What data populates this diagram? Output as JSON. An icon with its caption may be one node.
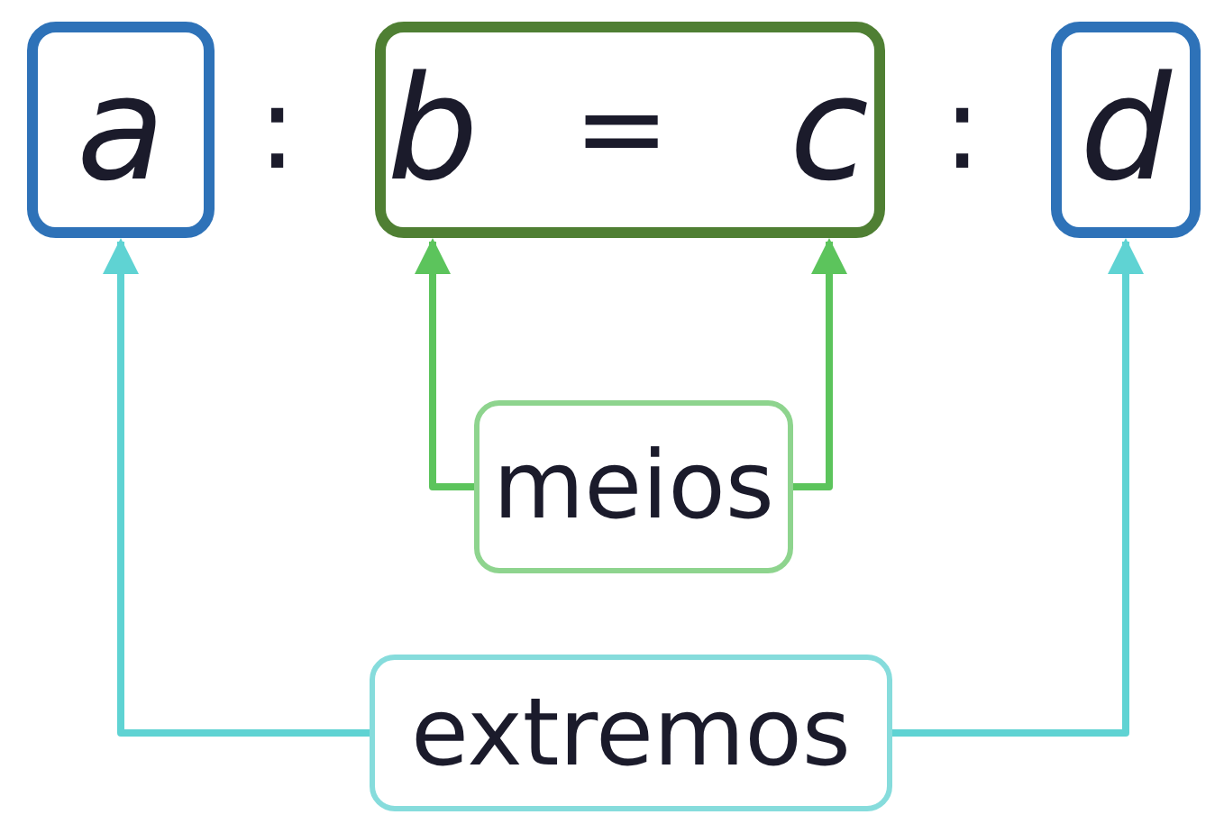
{
  "diagram": {
    "nodes": [
      {
        "text": [
          "a"
        ]
      },
      {
        "text": [],
        "shape": "box"
      },
      {
        "text": [
          "b"
        ],
        "in": 1
      },
      {
        "text": [
          "c"
        ],
        "in": 1
      },
      {
        "text": [
          "d"
        ]
      },
      {
        "text": [
          "meios"
        ]
      },
      {
        "text": [
          "extremos"
        ]
      }
    ],
    "edges": [
      {
        "from": 5,
        "to": 2,
        "arrow": "to",
        "color": "#5cc45c"
      },
      {
        "from": 5,
        "to": 3,
        "arrow": "to",
        "color": "#5cc45c"
      },
      {
        "from": 6,
        "to": 0,
        "arrow": "to",
        "color": "#5fd3d3"
      },
      {
        "from": 6,
        "to": 4,
        "arrow": "to",
        "color": "#5fd3d3"
      }
    ],
    "labels": [
      ":",
      "=",
      ":"
    ]
  }
}
